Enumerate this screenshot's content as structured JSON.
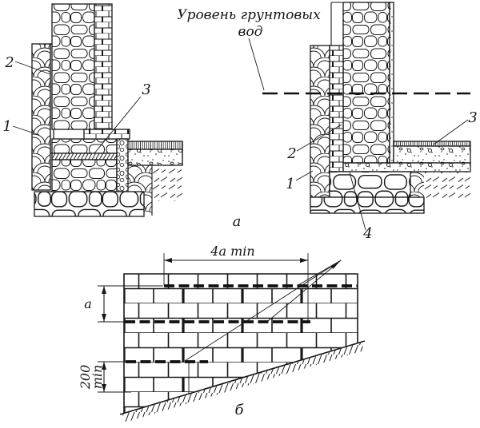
{
  "figure": {
    "captions": {
      "top": "а",
      "bottom": "б"
    },
    "groundwater_label": {
      "line1": "Уровень грунтовых",
      "line2": "вод"
    },
    "left_detail": {
      "callout_1": "1",
      "callout_2": "2",
      "callout_3": "3"
    },
    "right_detail": {
      "callout_1": "1",
      "callout_2": "2",
      "callout_3": "3",
      "callout_4": "4"
    },
    "elevation": {
      "overlap_dimension": "4a min",
      "course_offset_dimension": "а",
      "min_depth_value": "200",
      "min_depth_unit": "min"
    }
  }
}
